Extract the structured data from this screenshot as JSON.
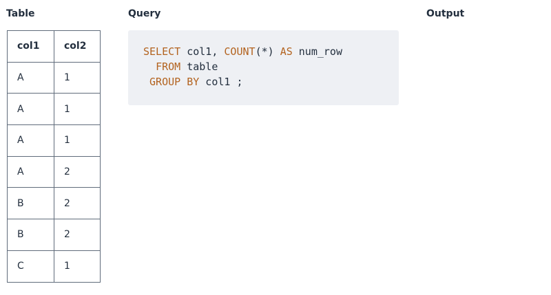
{
  "headers": {
    "table": "Table",
    "query": "Query",
    "output": "Output"
  },
  "table": {
    "columns": [
      "col1",
      "col2"
    ],
    "rows": [
      [
        "A",
        "1"
      ],
      [
        "A",
        "1"
      ],
      [
        "A",
        "1"
      ],
      [
        "A",
        "2"
      ],
      [
        "B",
        "2"
      ],
      [
        "B",
        "2"
      ],
      [
        "C",
        "1"
      ]
    ]
  },
  "query": {
    "line1": {
      "kw1": "SELECT",
      "t1": " col1, ",
      "kw2": "COUNT",
      "t2": "(*) ",
      "kw3": "AS",
      "t3": " num_row"
    },
    "line2": {
      "pad": "  ",
      "kw1": "FROM",
      "t1": " table"
    },
    "line3": {
      "pad": " ",
      "kw1": "GROUP BY",
      "t1": " col1 ;"
    }
  },
  "colors": {
    "keyword": "#b3631f",
    "code_bg": "#eef0f4",
    "border": "#5f6b7a"
  }
}
